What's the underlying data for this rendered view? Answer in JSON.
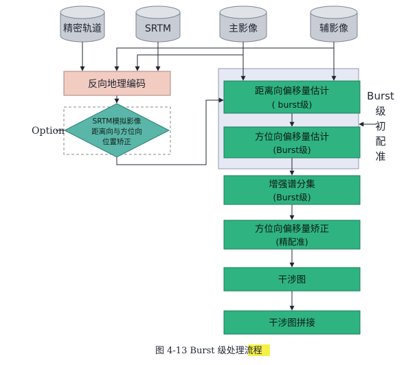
{
  "inputs": {
    "orbit": "精密轨道",
    "srtm": "SRTM",
    "master": "主影像",
    "slave": "辅影像"
  },
  "steps": {
    "reverse_geocoding": "反向地理编码",
    "simulation_line1": "SRTM模拟影像",
    "simulation_line2": "距离向与方位向",
    "simulation_line3": "位置矫正",
    "option_label": "Option",
    "range_offset_line1": "距离向偏移量估计",
    "range_offset_line2": "( burst级)",
    "azimuth_offset_line1": "方位向偏移量估计",
    "azimuth_offset_line2": "(Burst级)",
    "burst_group_chars": [
      "Burst",
      "级",
      "初",
      "配",
      "准"
    ],
    "esd_line1": "增强谱分集",
    "esd_line2": "(Burst级)",
    "azimuth_correction_line1": "方位向偏移量矫正",
    "azimuth_correction_line2": "(精配准)",
    "interferogram": "干涉图",
    "mosaic": "干涉图拼接"
  },
  "caption": {
    "prefix": "图 4-13 Burst 级处理",
    "highlight": "流程"
  },
  "colors": {
    "cylinder_fill": "#c8ccd4",
    "cylinder_top": "#dfe2e7",
    "cylinder_stroke": "#7d8594",
    "reverse_fill": "#f2cbc1",
    "reverse_stroke": "#a7867e",
    "green_fill": "#2fb381",
    "green_stroke": "#1e7d5c",
    "diamond_fill": "#5ab6a8",
    "group_fill": "#e6e8f4",
    "group_stroke": "#9297b0",
    "line": "#1f2430",
    "highlight": "#f5ef4a"
  }
}
